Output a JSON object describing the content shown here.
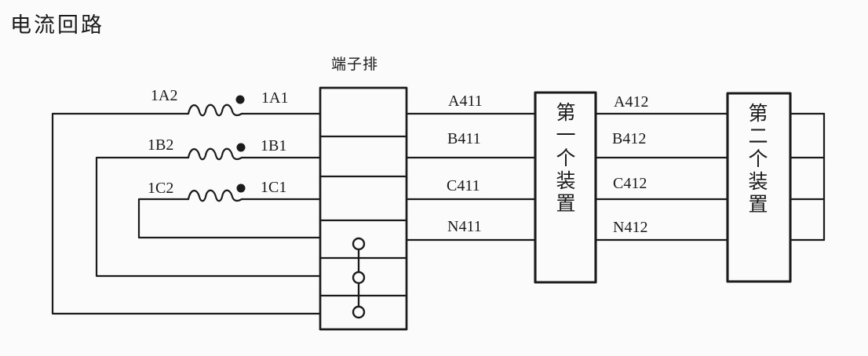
{
  "title": "电流回路",
  "terminal_block": {
    "label": "端子排",
    "rows": 6,
    "test_terminals": 3
  },
  "current_transformer": {
    "phases": [
      {
        "outer_label": "1A2",
        "inner_label": "1A1",
        "polarity_dot": true
      },
      {
        "outer_label": "1B2",
        "inner_label": "1B1",
        "polarity_dot": true
      },
      {
        "outer_label": "1C2",
        "inner_label": "1C1",
        "polarity_dot": true
      }
    ]
  },
  "wire_labels": {
    "block_to_device1": [
      "A411",
      "B411",
      "C411",
      "N411"
    ],
    "device1_to_device2": [
      "A412",
      "B412",
      "C412",
      "N412"
    ]
  },
  "devices": [
    {
      "label": "第一个装置"
    },
    {
      "label": "第二个装置"
    }
  ],
  "colors": {
    "line": "#1b1b1b",
    "text": "#1a1a1a",
    "background": "#fbfbfb"
  }
}
